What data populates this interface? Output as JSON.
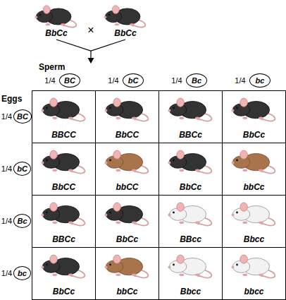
{
  "diagram": {
    "nodes": [
      {
        "text": [
          "BC"
        ]
      },
      {
        "text": [
          "bC"
        ]
      },
      {
        "text": [
          "Bc"
        ]
      },
      {
        "text": [
          "bc"
        ]
      },
      {
        "text": [
          "BC"
        ]
      },
      {
        "text": [
          "BBCC"
        ]
      },
      {
        "text": [
          "BbCC"
        ]
      },
      {
        "text": [
          "BBCc"
        ]
      },
      {
        "text": [
          "BbCc"
        ]
      },
      {
        "text": [
          "bC"
        ]
      },
      {
        "text": [
          "BbCC"
        ]
      },
      {
        "text": [
          "bbCC"
        ]
      },
      {
        "text": [
          "BbCc"
        ]
      },
      {
        "text": [
          "bbCc"
        ]
      },
      {
        "text": [
          "Bc"
        ]
      },
      {
        "text": [
          "BBCc"
        ]
      },
      {
        "text": [
          "BbCc"
        ]
      },
      {
        "text": [
          "BBcc"
        ]
      },
      {
        "text": [
          "Bbcc"
        ]
      },
      {
        "text": [
          "bc"
        ]
      },
      {
        "text": [
          "BbCc"
        ]
      },
      {
        "text": [
          "bbCc"
        ]
      },
      {
        "text": [
          "Bbcc"
        ]
      },
      {
        "text": [
          "bbcc"
        ]
      }
    ],
    "labels": [
      "BbCc",
      "×",
      "BbCc",
      "Sperm",
      "1/4",
      "1/4",
      "1/4",
      "1/4",
      "Eggs",
      "1/4",
      "1/4",
      "1/4",
      "1/4"
    ]
  }
}
